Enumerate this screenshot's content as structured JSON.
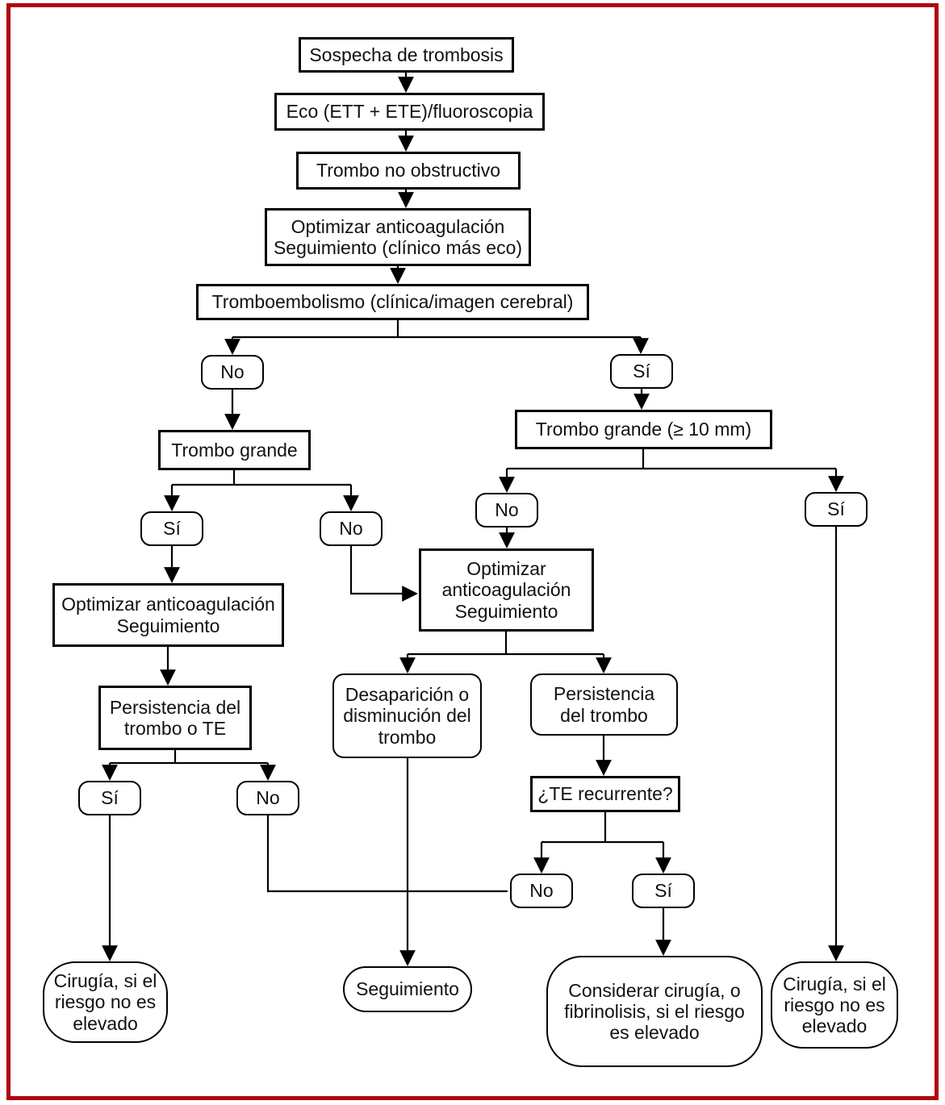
{
  "frame": {
    "border_color": "#b00010",
    "background": "#ffffff"
  },
  "nodes": {
    "sospecha": {
      "label": "Sospecha de trombosis"
    },
    "eco": {
      "label": "Eco (ETT + ETE)/fluoroscopia"
    },
    "trombo_no_obstructivo": {
      "label": "Trombo no obstructivo"
    },
    "optimizar_seguimiento_eco": {
      "label": "Optimizar anticoagulación\nSeguimiento (clínico más eco)"
    },
    "tromboembolismo": {
      "label": "Tromboembolismo (clínica/imagen cerebral)"
    },
    "decision_te_no": {
      "label": "No"
    },
    "decision_te_si": {
      "label": "Sí"
    },
    "trombo_grande": {
      "label": "Trombo grande"
    },
    "trombo_grande_10mm": {
      "label": "Trombo grande (≥ 10 mm)"
    },
    "decision_grande_si": {
      "label": "Sí"
    },
    "decision_grande_no": {
      "label": "No"
    },
    "optimizar_izquierda": {
      "label": "Optimizar anticoagulación\nSeguimiento"
    },
    "decision_grande10_no": {
      "label": "No"
    },
    "decision_grande10_si": {
      "label": "Sí"
    },
    "optimizar_centro": {
      "label": "Optimizar\nanticoagulación\nSeguimiento"
    },
    "persistencia_trombo_te": {
      "label": "Persistencia del\ntrombo o TE"
    },
    "desaparicion": {
      "label": "Desaparición o\ndisminución del\ntrombo"
    },
    "persistencia_trombo": {
      "label": "Persistencia\ndel trombo"
    },
    "decision_persistencia_si": {
      "label": "Sí"
    },
    "decision_persistencia_no": {
      "label": "No"
    },
    "te_recurrente": {
      "label": "¿TE recurrente?"
    },
    "decision_recurrente_no": {
      "label": "No"
    },
    "decision_recurrente_si": {
      "label": "Sí"
    },
    "cirugia_izquierda": {
      "label": "Cirugía, si el\nriesgo no es\nelevado"
    },
    "seguimiento": {
      "label": "Seguimiento"
    },
    "considerar_cirugia": {
      "label": "Considerar cirugía, o\nfibrinolisis, si el riesgo\nes elevado"
    },
    "cirugia_derecha": {
      "label": "Cirugía, si el\nriesgo no es\nelevado"
    }
  }
}
